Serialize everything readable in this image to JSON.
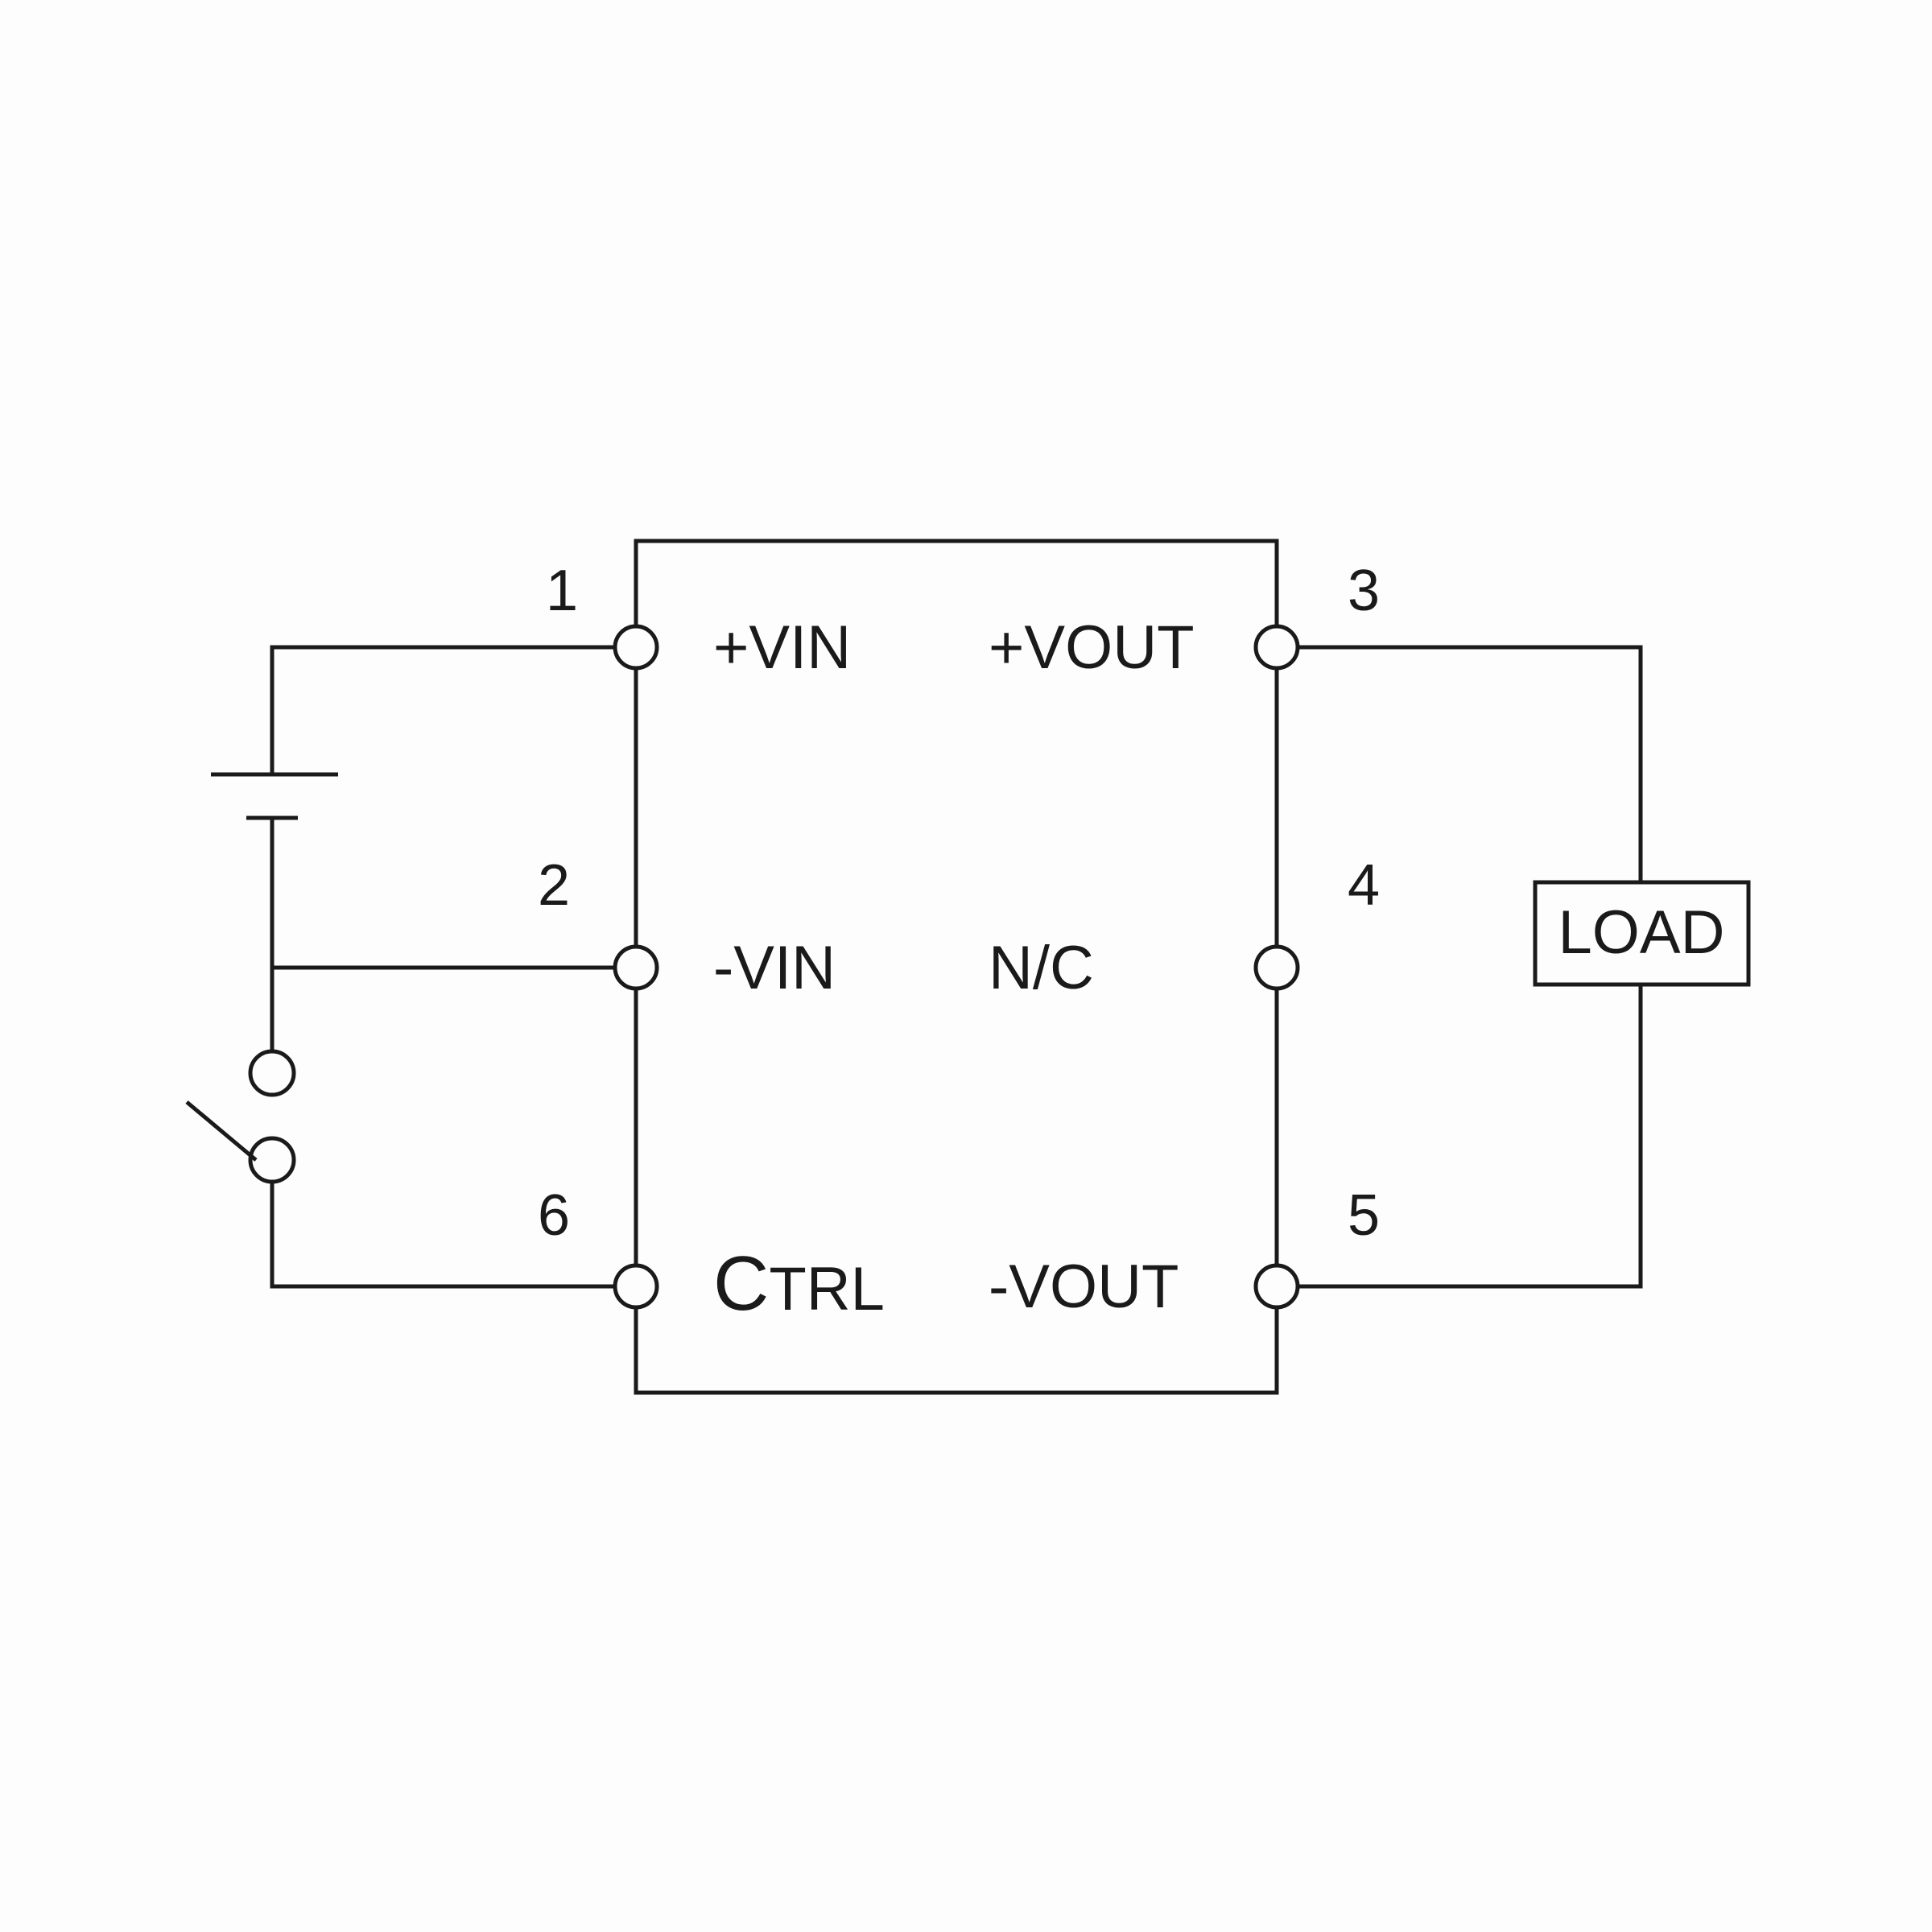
{
  "colors": {
    "background": "#fdfdfd",
    "line": "#1a1a1a"
  },
  "pins": {
    "p1": {
      "number": "1",
      "label": "+VIN"
    },
    "p2": {
      "number": "2",
      "label": "-VIN"
    },
    "p6": {
      "number": "6",
      "label_first": "C",
      "label_rest": "TRL"
    },
    "p3": {
      "number": "3",
      "label": "+VOUT"
    },
    "p4": {
      "number": "4",
      "label": "N/C"
    },
    "p5": {
      "number": "5",
      "label": "-VOUT"
    }
  },
  "load": {
    "label": "LOAD"
  }
}
